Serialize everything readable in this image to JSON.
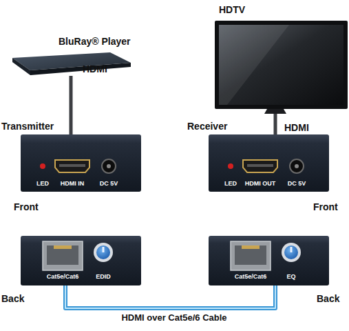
{
  "diagram": {
    "nodes": [
      {
        "text": [
          "BluRay® Player"
        ]
      },
      {
        "text": [
          "HDTV"
        ]
      },
      {
        "text": [
          "Transmitter",
          "LED",
          "HDMI IN",
          "DC 5V",
          "Front"
        ]
      },
      {
        "text": [
          "Receiver",
          "LED",
          "HDMI OUT",
          "DC 5V",
          "Front"
        ]
      },
      {
        "text": [
          "Cat5e/Cat6",
          "EDID",
          "Back"
        ]
      },
      {
        "text": [
          "Cat5e/Cat6",
          "EQ",
          "Back"
        ]
      }
    ],
    "edges": [
      {
        "from": 0,
        "to": 2,
        "arrow": "none",
        "label": "HDMI"
      },
      {
        "from": 1,
        "to": 3,
        "arrow": "none",
        "label": "HDMI"
      },
      {
        "from": 4,
        "to": 5,
        "arrow": "none",
        "label": "HDMI over Cat5e/6 Cable"
      }
    ]
  }
}
